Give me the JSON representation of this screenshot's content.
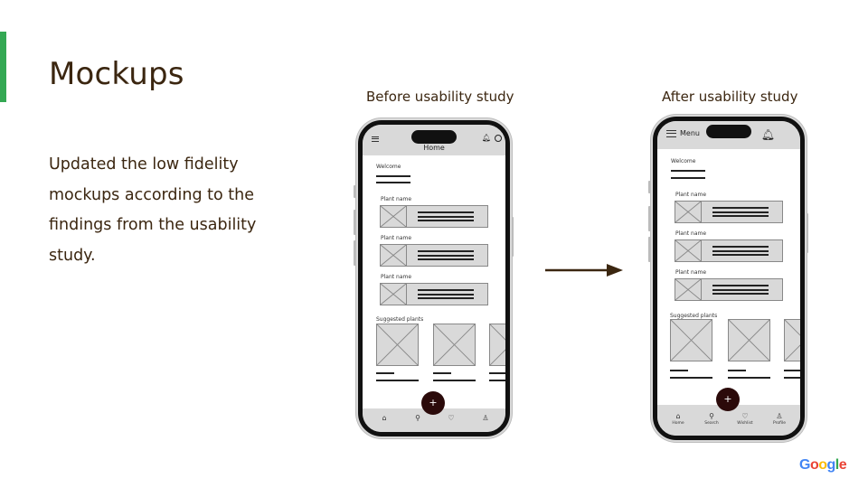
{
  "slide": {
    "title": "Mockups",
    "description": "Updated the low fidelity mockups according to the findings from the usability study.",
    "accent_color": "#34a853",
    "text_color": "#3b2610",
    "logo": "Google"
  },
  "before": {
    "caption": "Before usability study",
    "header": {
      "title": "Home",
      "icons": [
        "hamburger-icon",
        "bell-icon",
        "profile-icon"
      ]
    },
    "welcome": "Welcome",
    "cards": [
      {
        "label": "Plant name"
      },
      {
        "label": "Plant name"
      },
      {
        "label": "Plant name"
      }
    ],
    "suggested_label": "Suggested plants",
    "fab": "+",
    "nav": [
      {
        "icon": "home-icon",
        "glyph": "⌂",
        "label": ""
      },
      {
        "icon": "search-icon",
        "glyph": "⚲",
        "label": ""
      },
      {
        "icon": "heart-icon",
        "glyph": "♡",
        "label": ""
      },
      {
        "icon": "profile-icon",
        "glyph": "♙",
        "label": ""
      }
    ]
  },
  "after": {
    "caption": "After usability study",
    "header": {
      "menu_label": "Menu",
      "icons": [
        "hamburger-icon",
        "bell-icon"
      ]
    },
    "welcome": "Welcome",
    "cards": [
      {
        "label": "Plant name"
      },
      {
        "label": "Plant name"
      },
      {
        "label": "Plant name"
      }
    ],
    "suggested_label": "Suggested plants",
    "fab": "+",
    "nav": [
      {
        "icon": "home-icon",
        "glyph": "⌂",
        "label": "Home"
      },
      {
        "icon": "search-icon",
        "glyph": "⚲",
        "label": "Search"
      },
      {
        "icon": "heart-icon",
        "glyph": "♡",
        "label": "Wishlist"
      },
      {
        "icon": "profile-icon",
        "glyph": "♙",
        "label": "Profile"
      }
    ]
  },
  "arrow": {
    "direction": "right",
    "color": "#3b2610"
  }
}
